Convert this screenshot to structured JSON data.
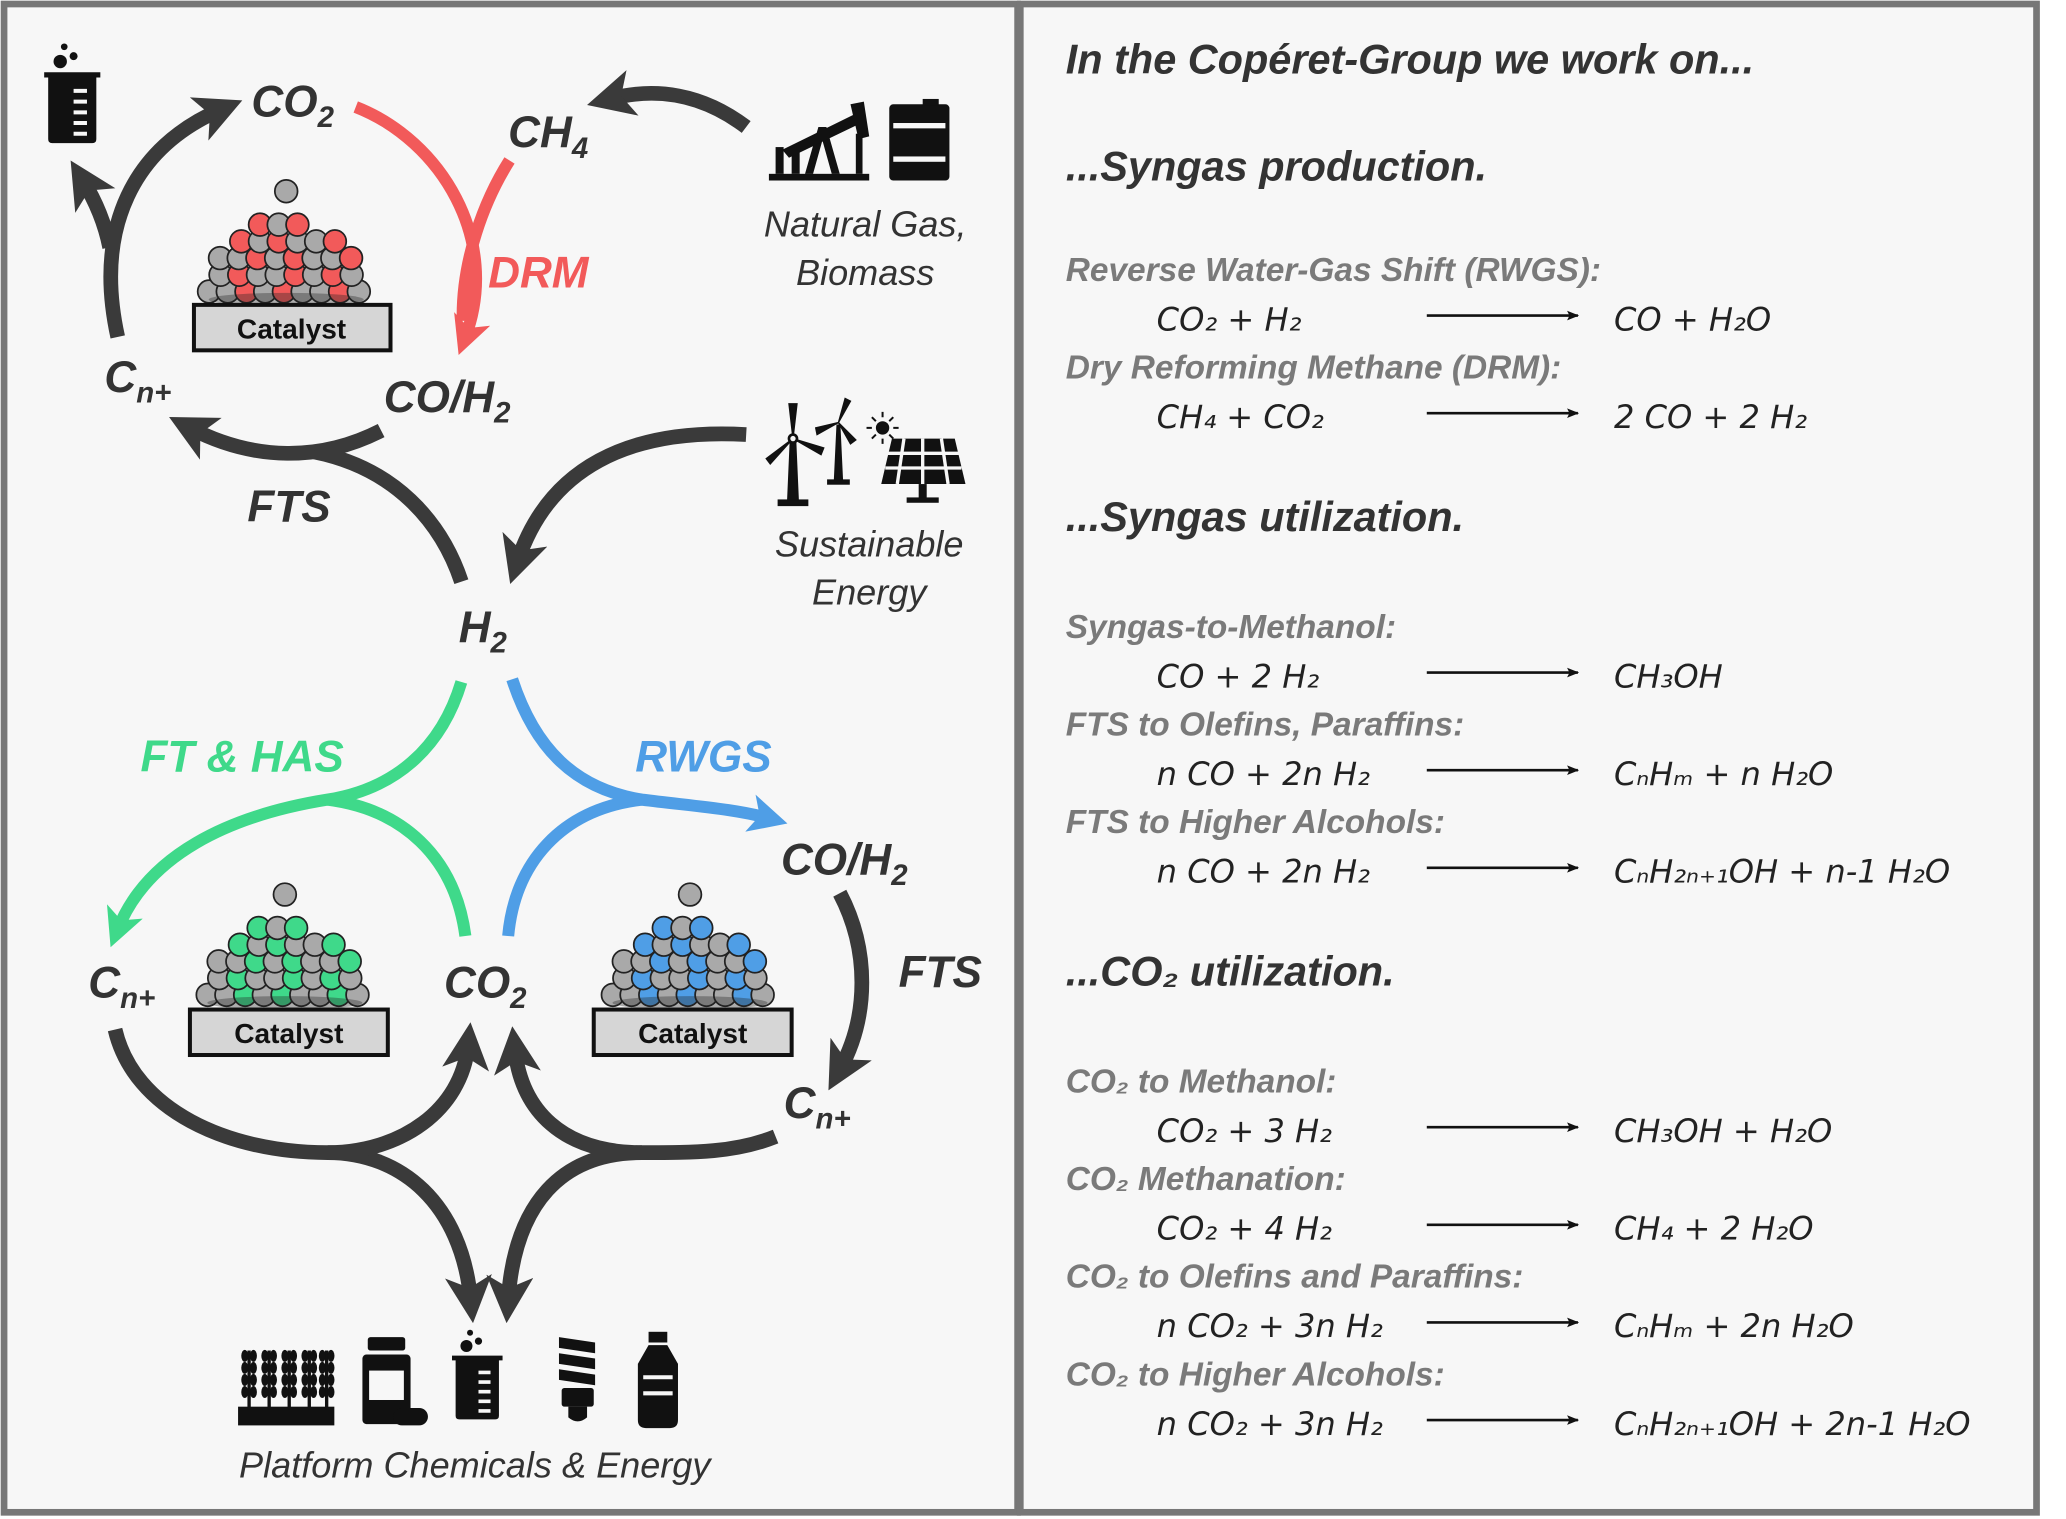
{
  "colors": {
    "dark": "#3a3a3a",
    "red": "#f25a5a",
    "green": "#3fd98a",
    "blue": "#4f9ee6",
    "panel": "#f7f7f7",
    "border": "#777777",
    "heading_gray": "#7a7a7a"
  },
  "diagram": {
    "top": {
      "co2": {
        "text": "CO",
        "sub": "2"
      },
      "ch4": {
        "text": "CH",
        "sub": "4"
      },
      "drm": "DRM",
      "coh2": {
        "text": "CO/H",
        "sub": "2"
      },
      "cn": {
        "text": "C",
        "sub": "n+"
      },
      "fts": "FTS",
      "catalyst": "Catalyst"
    },
    "sources": {
      "natural_gas_line1": "Natural Gas,",
      "natural_gas_line2": "Biomass",
      "sustainable_line1": "Sustainable",
      "sustainable_line2": "Energy"
    },
    "h2": {
      "text": "H",
      "sub": "2"
    },
    "bottom": {
      "ft_has": "FT & HAS",
      "rwgs": "RWGS",
      "coh2": {
        "text": "CO/H",
        "sub": "2"
      },
      "fts": "FTS",
      "cn_left": {
        "text": "C",
        "sub": "n+"
      },
      "cn_right": {
        "text": "C",
        "sub": "n+"
      },
      "co2": {
        "text": "CO",
        "sub": "2"
      },
      "catalyst_green": "Catalyst",
      "catalyst_blue": "Catalyst"
    },
    "platform": "Platform Chemicals & Energy",
    "icons": [
      "beaker-icon",
      "oil-pump-icon",
      "oil-barrel-icon",
      "wind-turbine-icon",
      "solar-panel-icon",
      "wheat-icon",
      "pill-bottle-icon",
      "beaker-icon",
      "light-bulb-icon",
      "bottle-icon"
    ]
  },
  "right": {
    "title": "In the Copéret-Group we work on...",
    "sections": [
      {
        "heading": "...Syngas production.",
        "reactions": [
          {
            "name": "Reverse Water-Gas Shift (RWGS):",
            "lhs": "CO₂ + H₂",
            "rhs": "CO + H₂O"
          },
          {
            "name": "Dry Reforming Methane (DRM):",
            "lhs": "CH₄ + CO₂",
            "rhs": "2 CO + 2 H₂"
          }
        ]
      },
      {
        "heading": "...Syngas utilization.",
        "reactions": [
          {
            "name": "Syngas-to-Methanol:",
            "lhs": "CO + 2 H₂",
            "rhs": "CH₃OH"
          },
          {
            "name": "FTS to Olefins, Paraffins:",
            "lhs": "n CO + 2n H₂",
            "rhs": "CₙHₘ + n H₂O"
          },
          {
            "name": "FTS to Higher Alcohols:",
            "lhs": "n CO + 2n H₂",
            "rhs": "CₙH₂ₙ₊₁OH + n-1 H₂O"
          }
        ]
      },
      {
        "heading": "...CO₂ utilization.",
        "reactions": [
          {
            "name": "CO₂ to Methanol:",
            "lhs": "CO₂ + 3 H₂",
            "rhs": "CH₃OH + H₂O"
          },
          {
            "name": "CO₂ Methanation:",
            "lhs": "CO₂ + 4 H₂",
            "rhs": "CH₄ + 2 H₂O"
          },
          {
            "name": "CO₂ to Olefins and Paraffins:",
            "lhs": "n CO₂ + 3n H₂",
            "rhs": "CₙHₘ + 2n H₂O"
          },
          {
            "name": "CO₂ to Higher Alcohols:",
            "lhs": "n CO₂ + 3n H₂",
            "rhs": "CₙH₂ₙ₊₁OH + 2n-1 H₂O"
          }
        ]
      }
    ]
  }
}
